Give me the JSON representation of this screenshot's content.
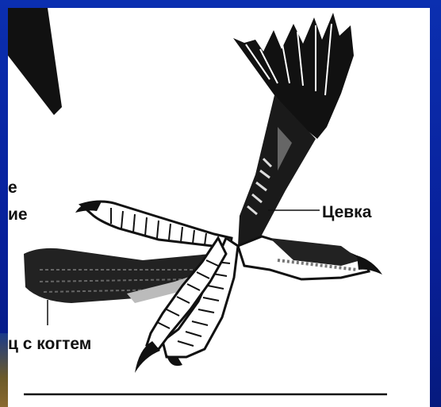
{
  "labels": {
    "tarsus": "Цевка",
    "left_top_fragment": "е",
    "left_mid_fragment": "ие",
    "claw_toe": "ц с когтем"
  },
  "colors": {
    "frame_blue": "#0a2a9a",
    "paper": "#ffffff",
    "ink": "#111111"
  },
  "icons": {
    "bird_foot": "bird-foot-drawing"
  }
}
